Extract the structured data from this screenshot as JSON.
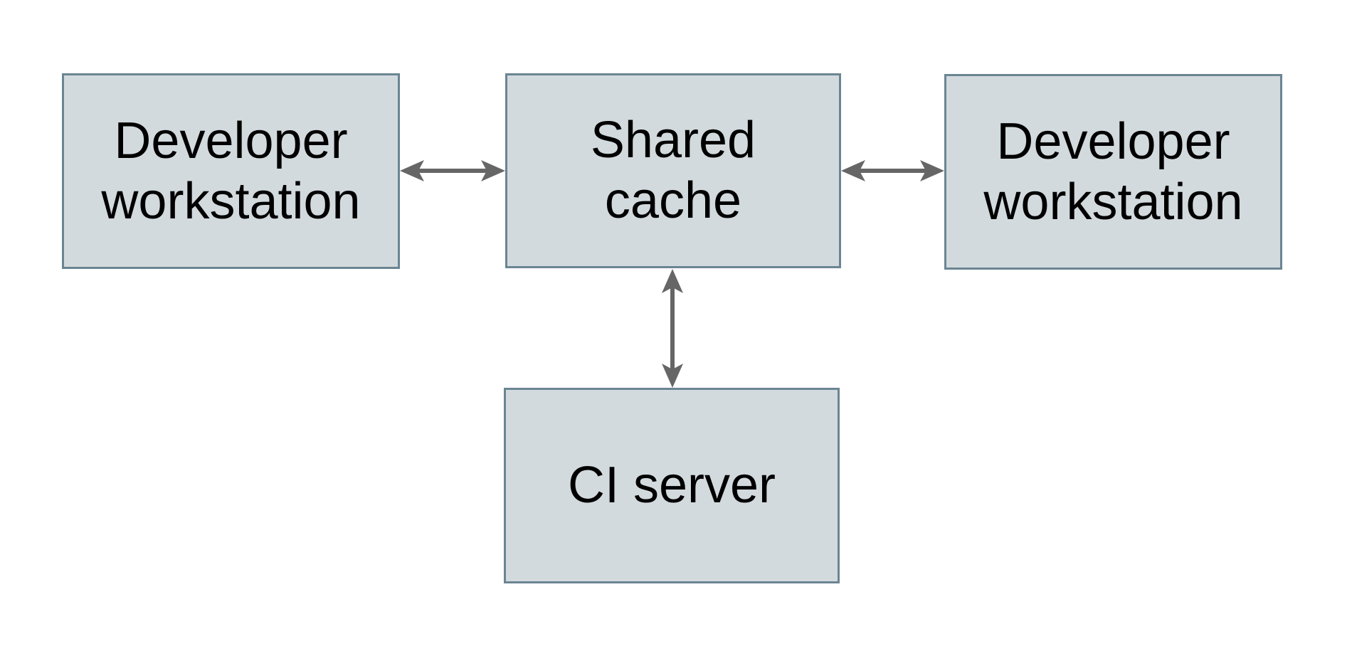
{
  "diagram": {
    "colors": {
      "background": "#ffffff",
      "box_fill": "#d3dade",
      "box_border": "#6b8592",
      "arrow": "#666666",
      "text": "#000000"
    },
    "nodes": [
      {
        "id": "developer-workstation-left",
        "lines": [
          "Developer",
          "workstation"
        ]
      },
      {
        "id": "shared-cache",
        "lines": [
          "Shared",
          "cache"
        ]
      },
      {
        "id": "developer-workstation-right",
        "lines": [
          "Developer",
          "workstation"
        ]
      },
      {
        "id": "ci-server",
        "lines": [
          "CI server"
        ]
      }
    ],
    "edges": [
      {
        "from": "developer-workstation-left",
        "to": "shared-cache",
        "direction": "bidirectional"
      },
      {
        "from": "shared-cache",
        "to": "developer-workstation-right",
        "direction": "bidirectional"
      },
      {
        "from": "shared-cache",
        "to": "ci-server",
        "direction": "bidirectional"
      }
    ]
  }
}
